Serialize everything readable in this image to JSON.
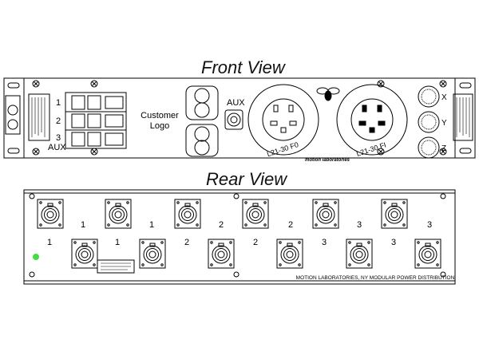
{
  "front": {
    "title": "Front View",
    "breaker_labels": [
      "1",
      "2",
      "3",
      "AUX"
    ],
    "customer_logo": [
      "Customer",
      "Logo"
    ],
    "aux_label": "AUX",
    "twistlock_labels": [
      "L21-30 F0",
      "L21-30 FI"
    ],
    "brand": "motion laboratories",
    "xyz_labels": [
      "X",
      "Y",
      "Z"
    ]
  },
  "rear": {
    "title": "Rear View",
    "top_row_labels": [
      "1",
      "1",
      "2",
      "2",
      "3",
      "3"
    ],
    "bottom_row_labels": [
      "1",
      "1",
      "2",
      "2",
      "3",
      "3"
    ],
    "footer": "MOTION LABORATORIES, NY   MODULAR POWER DISTRIBUTION",
    "indicator_color": "#44dd44"
  }
}
